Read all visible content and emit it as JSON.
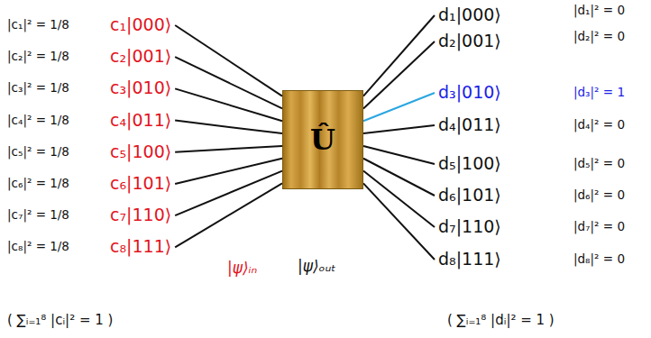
{
  "diagram": {
    "nodes": [
      {
        "text": [
          "Û"
        ]
      }
    ],
    "labels": [
      "|c₁|² = 1/8",
      "|c₂|² = 1/8",
      "|c₃|² = 1/8",
      "|c₄|² = 1/8",
      "|c₅|² = 1/8",
      "|c₆|² = 1/8",
      "|c₇|² = 1/8",
      "|c₈|² = 1/8",
      "c₁|000⟩",
      "c₂|001⟩",
      "c₃|010⟩",
      "c₄|011⟩",
      "c₅|100⟩",
      "c₆|101⟩",
      "c₇|110⟩",
      "c₈|111⟩",
      "d₁|000⟩",
      "d₂|001⟩",
      "d₃|010⟩",
      "d₄|011⟩",
      "d₅|100⟩",
      "d₆|101⟩",
      "d₇|110⟩",
      "d₈|111⟩",
      "|d₁|² = 0",
      "|d₂|² = 0",
      "|d₃|² = 1",
      "|d₄|² = 0",
      "|d₅|² = 0",
      "|d₆|² = 0",
      "|d₇|² = 0",
      "|d₈|² = 0",
      "|ψ⟩ᵢₙ",
      "|ψ⟩ₒᵤₜ",
      "( ∑ᵢ₌₁⁸ |cᵢ|² = 1 )",
      "( ∑ᵢ₌₁⁸ |dᵢ|² = 1 )"
    ]
  }
}
